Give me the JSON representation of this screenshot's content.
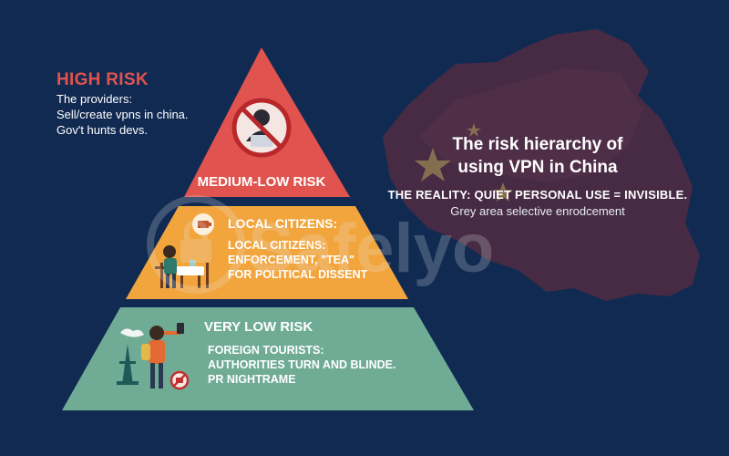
{
  "colors": {
    "background": "#112a52",
    "tier_top": "#e0534f",
    "tier_middle": "#f2a53c",
    "tier_bottom": "#6fab95",
    "high_risk_text": "#e0534f"
  },
  "side_panel": {
    "title": "HIGH RISK",
    "lines": [
      "The providers:",
      "Sell/create vpns in china.",
      "Gov't hunts devs."
    ]
  },
  "headline": {
    "line1": "The risk hierarchy of",
    "line2": "using VPN in China",
    "reality": "THE REALITY: QUIET PERSONAL USE = INVISIBLE.",
    "subtitle": "Grey area selective enrodcement"
  },
  "pyramid": {
    "top": {
      "label": "MEDIUM-LOW RISK",
      "icon": "no-hacker-laptop-icon"
    },
    "middle": {
      "heading": "LOCAL CITIZENS:",
      "lines": [
        "LOCAL CITIZENS:",
        "ENFORCEMENT, \"TEA\"",
        "FOR POLITICAL DISSENT"
      ],
      "icon": "person-at-table-icon"
    },
    "bottom": {
      "heading": "VERY LOW RISK",
      "lines": [
        "FOREIGN TOURISTS:",
        "AUTHORITIES TURN AND BLINDE.",
        "PR NIGHTRAME"
      ],
      "icon": "tourist-eiffel-tower-icon"
    }
  },
  "watermark": {
    "text": "Safelyo",
    "icon": "shield-lock-icon"
  }
}
